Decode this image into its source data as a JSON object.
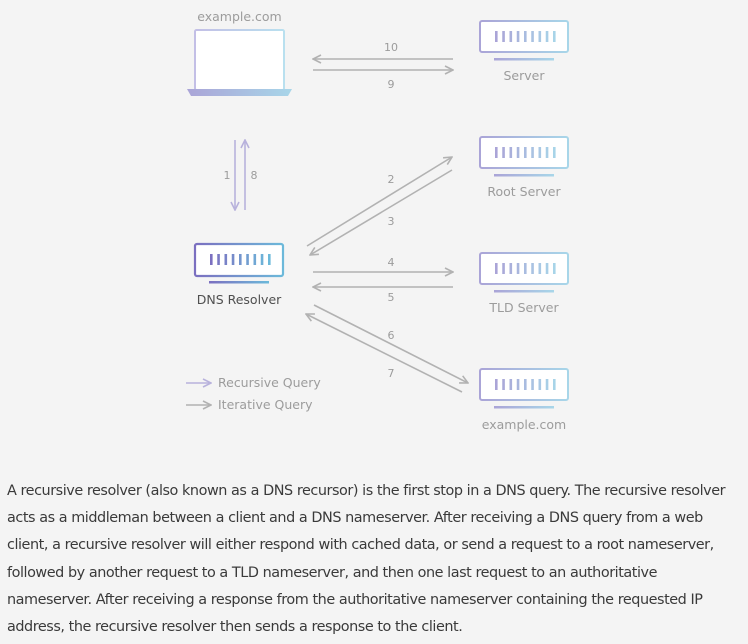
{
  "diagram": {
    "nodes": {
      "client": {
        "label": "example.com",
        "icon": "laptop-icon"
      },
      "server": {
        "label": "Server",
        "icon": "server-icon"
      },
      "root": {
        "label": "Root Server",
        "icon": "server-icon"
      },
      "tld": {
        "label": "TLD Server",
        "icon": "server-icon"
      },
      "resolver": {
        "label": "DNS Resolver",
        "icon": "server-icon"
      },
      "authoritative": {
        "label": "example.com",
        "icon": "server-icon"
      }
    },
    "steps": [
      "1",
      "2",
      "3",
      "4",
      "5",
      "6",
      "7",
      "8",
      "9",
      "10"
    ],
    "legend": {
      "recursive": "Recursive Query",
      "iterative": "Iterative Query"
    },
    "colors": {
      "recursive_arrow": "#b8b2dc",
      "iterative_arrow": "#b2b2b2",
      "device_purple": "#a9a3d6",
      "device_blue": "#a8d4e8",
      "resolver_purple": "#7e72c2",
      "resolver_blue": "#6fb7d8"
    }
  },
  "description": "A recursive resolver (also known as a DNS recursor) is the first stop in a DNS query. The recursive resolver acts as a middleman between a client and a DNS nameserver. After receiving a DNS query from a web client, a recursive resolver will either respond with cached data, or send a request to a root nameserver, followed by another request to a TLD nameserver, and then one last request to an authoritative nameserver. After receiving a response from the authoritative nameserver containing the requested IP address, the recursive resolver then sends a response to the client."
}
